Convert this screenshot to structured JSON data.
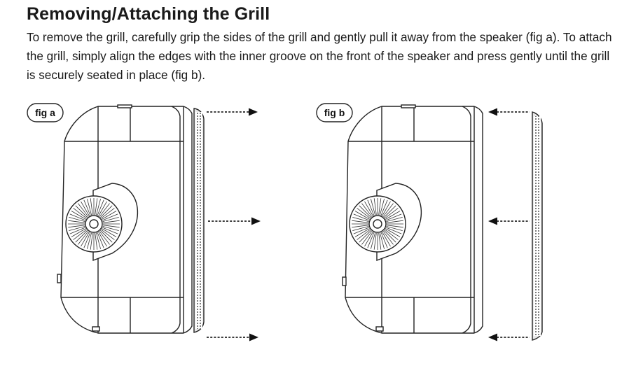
{
  "page": {
    "title": "Removing/Attaching the Grill",
    "instructions": "To remove the grill, carefully grip the sides of the grill and gently pull it away from the speaker (fig a). To attach the grill, simply align the edges with the inner groove on the front of the speaker and press gently until the grill is securely seated in place (fig b)."
  },
  "figures": [
    {
      "label": "fig a",
      "action": "remove",
      "arrow_direction": "right"
    },
    {
      "label": "fig b",
      "action": "attach",
      "arrow_direction": "left"
    }
  ]
}
